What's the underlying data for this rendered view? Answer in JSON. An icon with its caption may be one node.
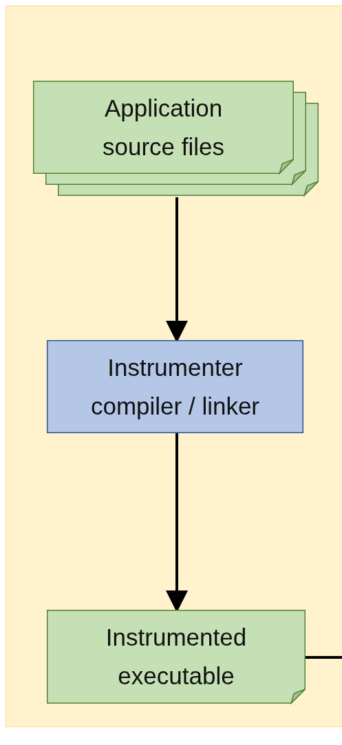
{
  "diagram": {
    "nodes": [
      {
        "text": [
          "Application source files"
        ]
      },
      {
        "text": [
          "Instrumenter compiler / linker"
        ]
      },
      {
        "text": [
          "Instrumented executable"
        ]
      }
    ],
    "edges": [
      {
        "from": 0,
        "to": 1,
        "arrow": "to"
      },
      {
        "from": 1,
        "to": 2,
        "arrow": "to"
      },
      {
        "from": 2,
        "to": null,
        "arrow": "none"
      }
    ]
  }
}
